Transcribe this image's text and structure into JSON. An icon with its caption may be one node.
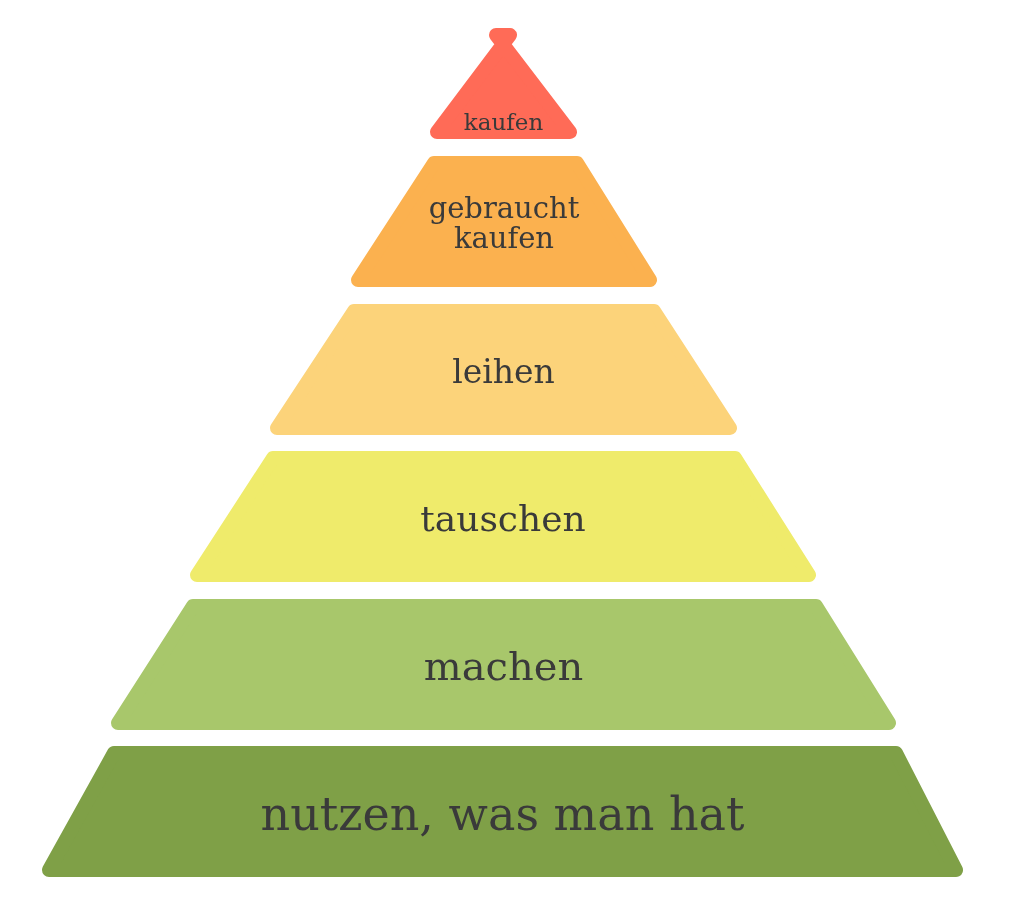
{
  "diagram": {
    "nodes": [
      {
        "text": [
          "kaufen"
        ]
      },
      {
        "text": [
          "gebraucht kaufen"
        ]
      },
      {
        "text": [
          "leihen"
        ]
      },
      {
        "text": [
          "tauschen"
        ]
      },
      {
        "text": [
          "machen"
        ]
      },
      {
        "text": [
          "nutzen, was man hat"
        ]
      }
    ]
  }
}
